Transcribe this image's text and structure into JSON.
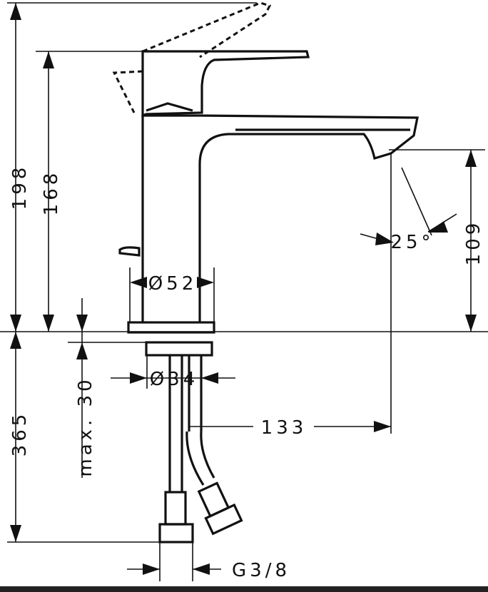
{
  "dimensions": {
    "overall_height": "198",
    "spout_height": "168",
    "below_deck": "365",
    "max_thickness": "max. 30",
    "body_diameter": "Ø52",
    "base_diameter": "Ø34",
    "jet_angle": "25°",
    "spout_clearance": "109",
    "projection": "133",
    "connection_thread": "G3/8"
  },
  "colors": {
    "line": "#111111",
    "background": "#ffffff"
  }
}
